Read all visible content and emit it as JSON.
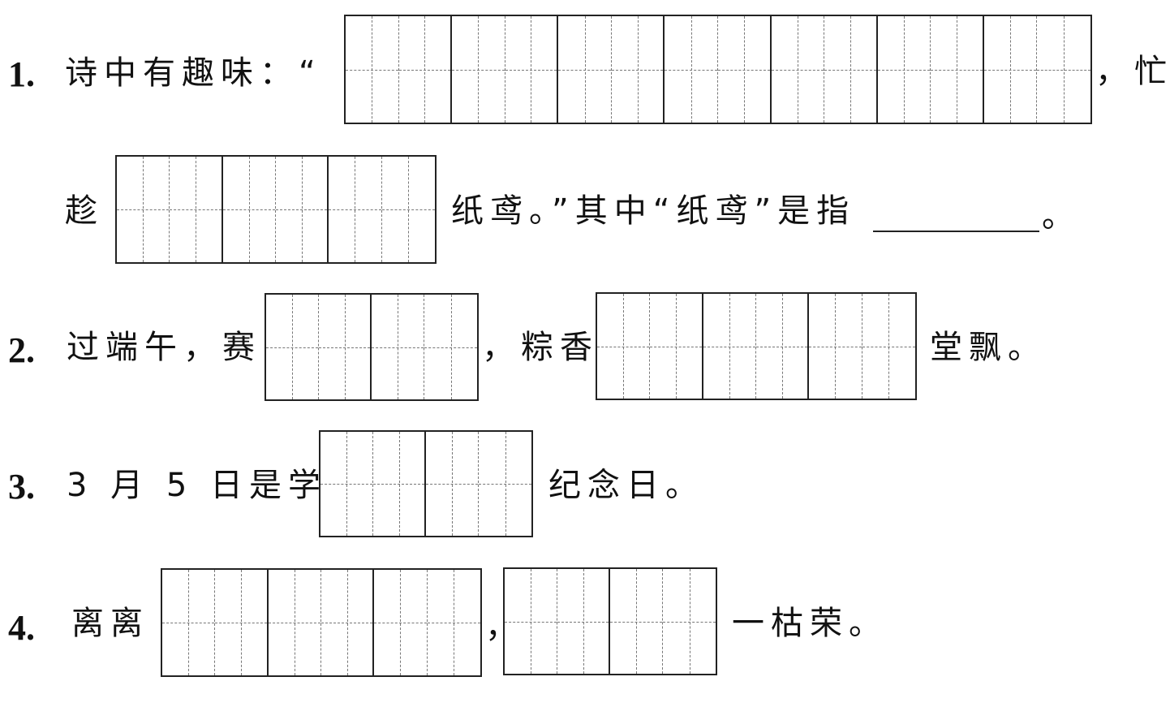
{
  "questions": [
    {
      "number": "1.",
      "line1_text": "诗中有趣味：“",
      "line1_end": "，忙",
      "line2_start": "趁",
      "line2_mid": "纸鸢。”其中“纸鸢”是指",
      "line2_end": "。",
      "grid_a_cells": 7,
      "grid_b_cells": 3
    },
    {
      "number": "2.",
      "text_before": "过端午，赛",
      "text_mid": "，粽香",
      "text_end": "堂飘。",
      "grid_a_cells": 2,
      "grid_b_cells": 3
    },
    {
      "number": "3.",
      "text_before": "3 月 5 日是学",
      "text_end": "纪念日。",
      "grid_cells": 2
    },
    {
      "number": "4.",
      "text_before": "离离",
      "text_mid": "，",
      "text_end": "一枯荣。",
      "grid_a_cells": 3,
      "grid_b_cells": 2
    }
  ]
}
